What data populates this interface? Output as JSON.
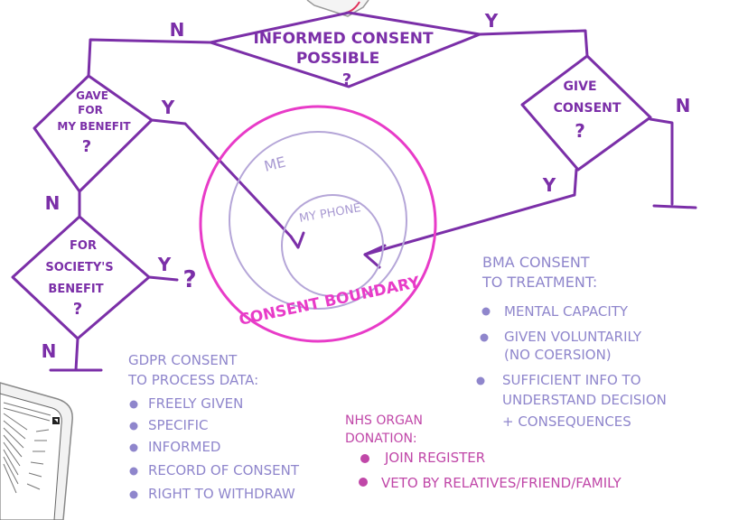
{
  "colors": {
    "flow_purple": "#7b2fa8",
    "consent_pink": "#e83bc8",
    "circle_lavender": "#b5a6d8",
    "list_lavender": "#8f86cc",
    "nhs_pink": "#c047a8"
  },
  "flowchart": {
    "informed_consent": {
      "line1": "INFORMED CONSENT",
      "line2": "POSSIBLE",
      "mark": "?"
    },
    "gave_for_benefit": {
      "line1": "GAVE",
      "line2": "FOR",
      "line3": "MY BENEFIT",
      "mark": "?"
    },
    "give_consent": {
      "line1": "GIVE",
      "line2": "CONSENT",
      "mark": "?"
    },
    "for_society": {
      "line1": "FOR",
      "line2": "SOCIETY'S",
      "line3": "BENEFIT",
      "mark": "?"
    },
    "branch_labels": {
      "top_no": "N",
      "top_yes": "Y",
      "benefit_yes": "Y",
      "benefit_no": "N",
      "give_no": "N",
      "give_yes": "Y",
      "society_yes": "Y",
      "society_no": "N",
      "society_unknown": "?"
    }
  },
  "circles": {
    "outer": "ME",
    "inner": "MY PHONE",
    "boundary": "CONSENT BOUNDARY"
  },
  "bma": {
    "title_line1": "BMA CONSENT",
    "title_line2": "TO TREATMENT:",
    "items": [
      "MENTAL CAPACITY",
      "GIVEN VOLUNTARILY",
      "(NO COERSION)",
      "SUFFICIENT INFO TO",
      "UNDERSTAND DECISION",
      "+ CONSEQUENCES"
    ]
  },
  "gdpr": {
    "title_line1": "GDPR CONSENT",
    "title_line2": "TO PROCESS DATA:",
    "items": [
      "FREELY GIVEN",
      "SPECIFIC",
      "INFORMED",
      "RECORD OF CONSENT",
      "RIGHT TO WITHDRAW"
    ]
  },
  "nhs": {
    "title_line1": "NHS ORGAN",
    "title_line2": "DONATION:",
    "items": [
      "JOIN REGISTER",
      "VETO BY RELATIVES/FRIEND/FAMILY"
    ]
  }
}
